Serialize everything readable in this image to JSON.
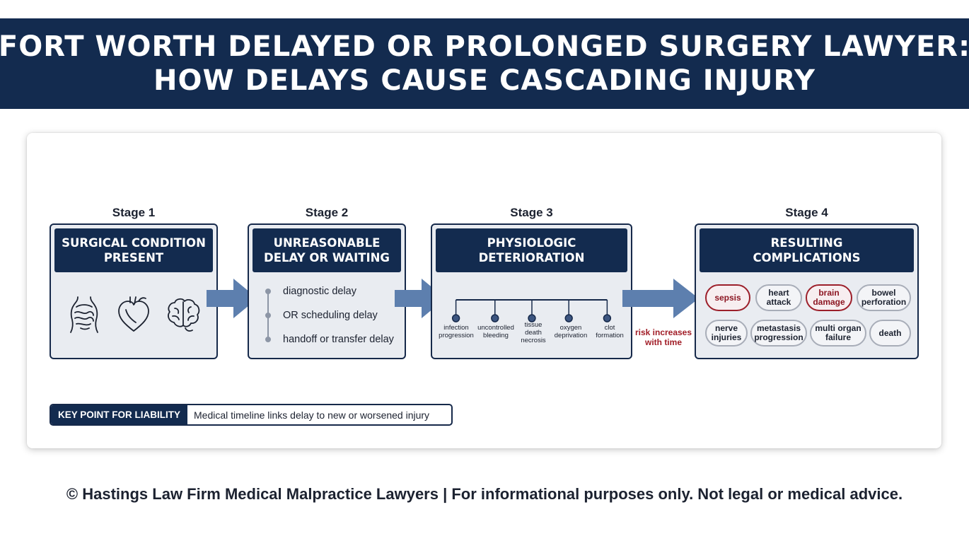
{
  "title": {
    "line1": "FORT WORTH DELAYED OR PROLONGED SURGERY LAWYER:",
    "line2": "HOW DELAYS CAUSE CASCADING INJURY"
  },
  "stages": [
    {
      "label": "Stage 1",
      "head": [
        "SURGICAL CONDITION",
        "PRESENT"
      ],
      "icons": [
        "intestines-icon",
        "heart-icon",
        "brain-icon"
      ]
    },
    {
      "label": "Stage 2",
      "head": [
        "UNREASONABLE",
        "DELAY OR WAITING"
      ],
      "items": [
        "diagnostic delay",
        "OR scheduling delay",
        "handoff or transfer delay"
      ]
    },
    {
      "label": "Stage 3",
      "head": [
        "PHYSIOLOGIC",
        "DETERIORATION"
      ],
      "items": [
        [
          "infection",
          "progression"
        ],
        [
          "uncontrolled",
          "bleeding"
        ],
        [
          "tissue",
          "death",
          "necrosis"
        ],
        [
          "oxygen",
          "deprivation"
        ],
        [
          "clot",
          "formation"
        ]
      ]
    },
    {
      "label": "Stage 4",
      "head": [
        "RESULTING",
        "COMPLICATIONS"
      ],
      "complications": [
        {
          "lines": [
            "sepsis"
          ],
          "severe": true
        },
        {
          "lines": [
            "heart",
            "attack"
          ],
          "severe": false
        },
        {
          "lines": [
            "brain",
            "damage"
          ],
          "severe": true
        },
        {
          "lines": [
            "bowel",
            "perforation"
          ],
          "severe": false
        },
        {
          "lines": [
            "nerve",
            "injuries"
          ],
          "severe": false
        },
        {
          "lines": [
            "metastasis",
            "progression"
          ],
          "severe": false
        },
        {
          "lines": [
            "multi organ",
            "failure"
          ],
          "severe": false
        },
        {
          "lines": [
            "death"
          ],
          "severe": false
        }
      ]
    }
  ],
  "risk_note": [
    "risk increases",
    "with time"
  ],
  "key_point": {
    "label": "KEY POINT FOR LIABILITY",
    "text": "Medical timeline links delay to new or worsened injury"
  },
  "footer": "© Hastings Law Firm Medical Malpractice Lawyers | For informational purposes only. Not legal or medical advice.",
  "colors": {
    "navy": "#132b4f",
    "arrow": "#5d7fae",
    "danger": "#9c1f2a",
    "box_fill": "#e9ecf1"
  }
}
